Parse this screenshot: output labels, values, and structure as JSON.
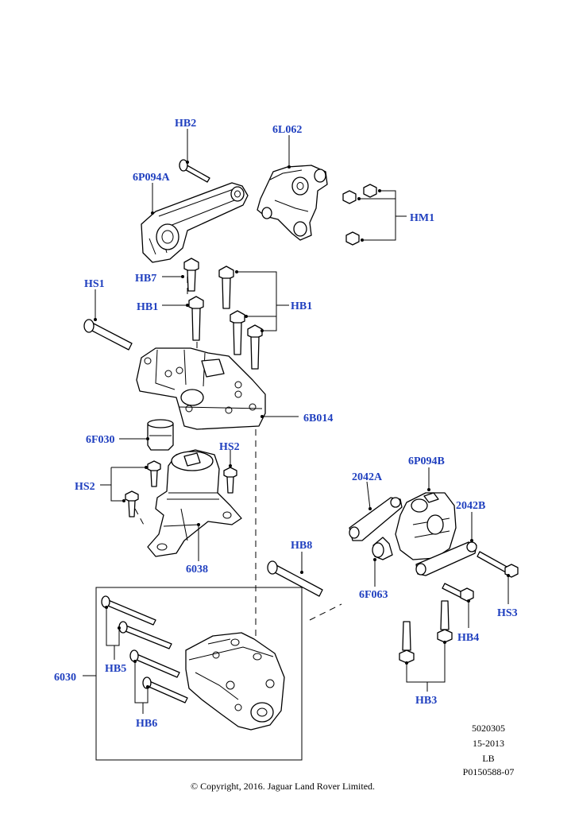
{
  "callouts": {
    "hb2": "HB2",
    "l062": "6L062",
    "p094a": "6P094A",
    "hm1": "HM1",
    "hb7": "HB7",
    "hs1": "HS1",
    "hb1_left": "HB1",
    "hb1_right": "HB1",
    "b014": "6B014",
    "f030": "6F030",
    "hs2_right": "HS2",
    "hs2_left": "HS2",
    "p6038": "6038",
    "p2042a": "2042A",
    "p094b": "6P094B",
    "p2042b": "2042B",
    "hb8": "HB8",
    "f063": "6F063",
    "hs3": "HS3",
    "hb4": "HB4",
    "hb3": "HB3",
    "p6030": "6030",
    "hb5": "HB5",
    "hb6": "HB6"
  },
  "reference": {
    "line1": "5020305",
    "line2": "15-2013",
    "line3": "LB",
    "line4": "P0150588-07"
  },
  "copyright": "© Copyright, 2016. Jaguar Land Rover Limited.",
  "colors": {
    "callout": "#1f3fbf",
    "line": "#000000",
    "background": "#ffffff"
  }
}
